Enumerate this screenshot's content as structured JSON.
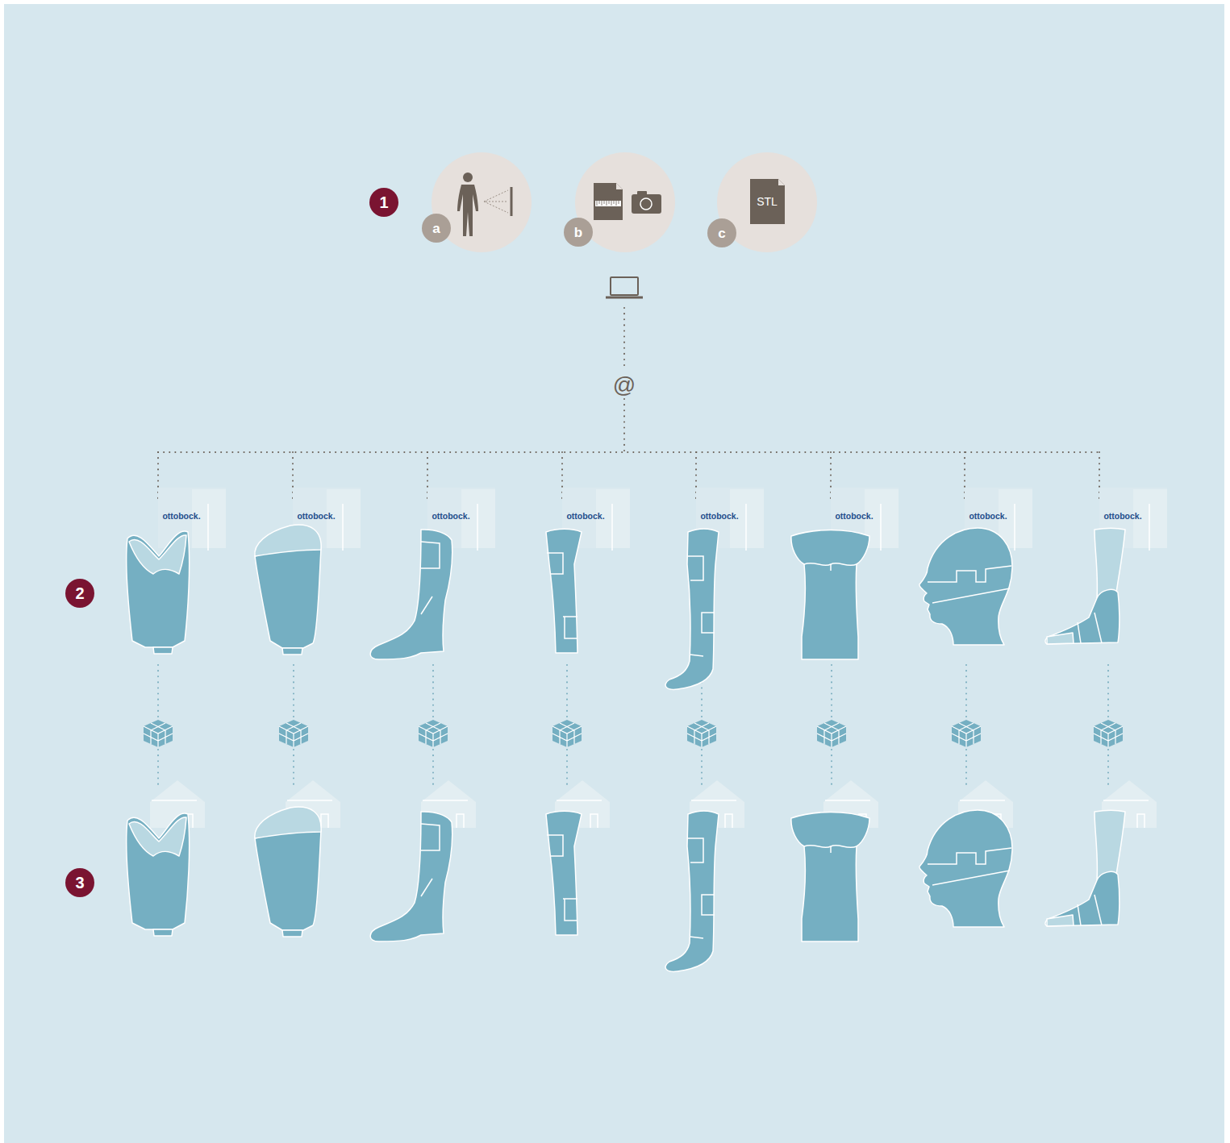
{
  "diagram": {
    "nodes": [
      {
        "text": [
          "a"
        ]
      },
      {
        "text": [
          "b"
        ]
      },
      {
        "text": [
          "STL",
          "c"
        ]
      },
      {
        "text": [
          "ottobock."
        ]
      },
      {
        "text": [
          "ottobock."
        ]
      },
      {
        "text": [
          "ottobock."
        ]
      },
      {
        "text": [
          "ottobock."
        ]
      },
      {
        "text": [
          "ottobock."
        ]
      },
      {
        "text": [
          "ottobock."
        ]
      },
      {
        "text": [
          "ottobock."
        ]
      },
      {
        "text": [
          "ottobock."
        ]
      }
    ],
    "labels": [
      "1",
      "@",
      "2",
      "3"
    ]
  }
}
